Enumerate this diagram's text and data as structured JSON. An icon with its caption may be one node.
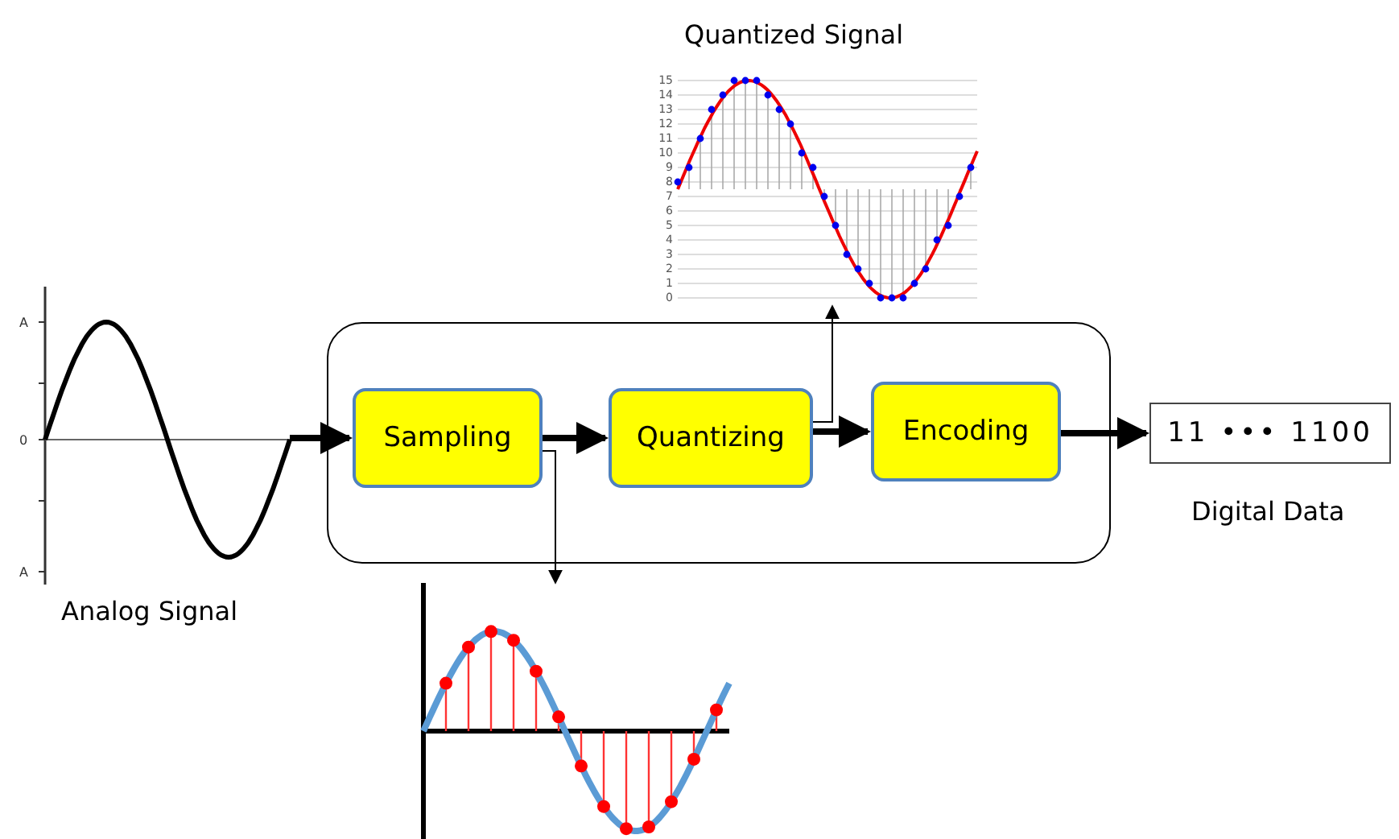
{
  "diagram": {
    "nodes": [
      {
        "text": [],
        "shape": "picture",
        "beside": [
          "Analog Signal"
        ]
      },
      {
        "text": [],
        "shape": "box"
      },
      {
        "text": [
          "Sampling"
        ],
        "in": 1
      },
      {
        "text": [
          "Quantizing"
        ],
        "in": 1
      },
      {
        "text": [
          "Encoding"
        ],
        "in": 1
      },
      {
        "text": [
          "11 ••• 1100"
        ],
        "beside": [
          "Digital Data"
        ]
      },
      {
        "text": [],
        "shape": "picture",
        "beside": [
          "Quantized Signal"
        ]
      },
      {
        "text": [],
        "shape": "picture"
      }
    ],
    "edges": [
      {
        "from": 0,
        "to": 2,
        "arrow": "to"
      },
      {
        "from": 2,
        "to": 3,
        "arrow": "to"
      },
      {
        "from": 3,
        "to": 4,
        "arrow": "to"
      },
      {
        "from": 4,
        "to": 5,
        "arrow": "to"
      },
      {
        "from": 2,
        "to": 7,
        "arrow": "to"
      },
      {
        "from": 3,
        "to": 6,
        "arrow": "to"
      }
    ],
    "labels": [
      "15",
      "14",
      "13",
      "12",
      "11",
      "10",
      "9",
      "8",
      "7",
      "6",
      "5",
      "4",
      "3",
      "2",
      "1",
      "0",
      "A",
      "0",
      "A"
    ]
  }
}
